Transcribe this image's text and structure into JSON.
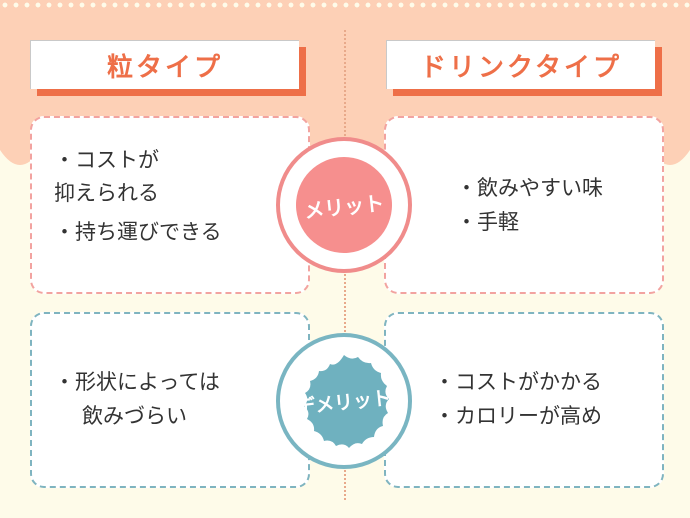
{
  "headers": {
    "left": "粒タイプ",
    "right": "ドリンクタイプ"
  },
  "badges": {
    "merit": "メリット",
    "demerit": "デメリット"
  },
  "merit": {
    "left": [
      "・コストが",
      "抑えられる",
      "・持ち運びできる"
    ],
    "right": [
      "・飲みやすい味",
      "・手軽"
    ]
  },
  "demerit": {
    "left": [
      "・形状によっては",
      "飲みづらい"
    ],
    "right": [
      "・コストがかかる",
      "・カロリーが高め"
    ]
  },
  "colors": {
    "accent_orange": "#ee6f48",
    "merit_pink": "#f68f8e",
    "demerit_blue": "#6fb1bf",
    "band_salmon": "#fdd0b6",
    "background": "#fefbe9"
  }
}
